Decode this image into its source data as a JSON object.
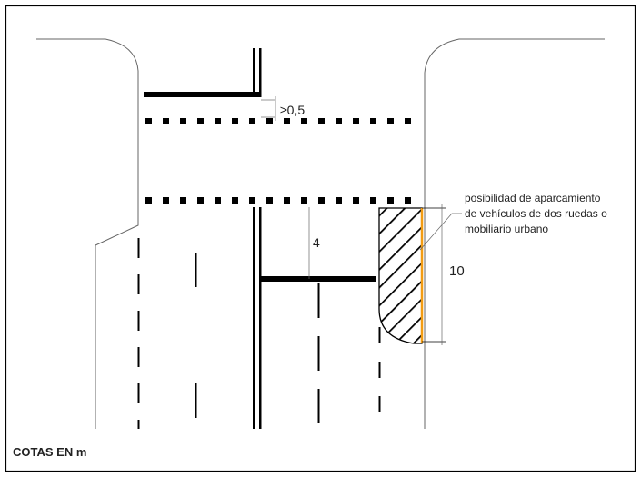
{
  "labels": {
    "min_gap": "≥0,5",
    "stop_distance": "4",
    "island_length": "10",
    "note_lines": [
      "posibilidad de aparcamiento",
      "de vehículos de dos ruedas o",
      "mobiliario urbano"
    ],
    "units": "COTAS EN m"
  },
  "colors": {
    "highlight": "#f39c12",
    "line": "#000000",
    "curb": "#666666"
  }
}
